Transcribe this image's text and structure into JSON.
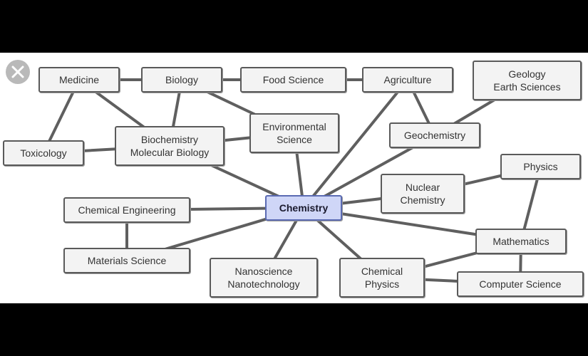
{
  "diagram": {
    "center": {
      "id": "chemistry",
      "label": "Chemistry"
    },
    "nodes": [
      {
        "id": "medicine",
        "label": "Medicine"
      },
      {
        "id": "biology",
        "label": "Biology"
      },
      {
        "id": "food-science",
        "label": "Food Science"
      },
      {
        "id": "agriculture",
        "label": "Agriculture"
      },
      {
        "id": "geology",
        "label": "Geology\nEarth Sciences"
      },
      {
        "id": "toxicology",
        "label": "Toxicology"
      },
      {
        "id": "biochemistry",
        "label": "Biochemistry\nMolecular Biology"
      },
      {
        "id": "environmental-science",
        "label": "Environmental\nScience"
      },
      {
        "id": "geochemistry",
        "label": "Geochemistry"
      },
      {
        "id": "physics",
        "label": "Physics"
      },
      {
        "id": "nuclear-chemistry",
        "label": "Nuclear\nChemistry"
      },
      {
        "id": "chemical-engineering",
        "label": "Chemical Engineering"
      },
      {
        "id": "mathematics",
        "label": "Mathematics"
      },
      {
        "id": "materials-science",
        "label": "Materials Science"
      },
      {
        "id": "nanoscience",
        "label": "Nanoscience\nNanotechnology"
      },
      {
        "id": "chemical-physics",
        "label": "Chemical\nPhysics"
      },
      {
        "id": "computer-science",
        "label": "Computer Science"
      }
    ],
    "edges": [
      [
        "medicine",
        "biology"
      ],
      [
        "biology",
        "food-science"
      ],
      [
        "food-science",
        "agriculture"
      ],
      [
        "medicine",
        "toxicology"
      ],
      [
        "medicine",
        "biochemistry"
      ],
      [
        "biology",
        "biochemistry"
      ],
      [
        "biology",
        "environmental-science"
      ],
      [
        "toxicology",
        "biochemistry"
      ],
      [
        "biochemistry",
        "environmental-science"
      ],
      [
        "agriculture",
        "geochemistry"
      ],
      [
        "geology",
        "geochemistry"
      ],
      [
        "physics",
        "nuclear-chemistry"
      ],
      [
        "physics",
        "mathematics"
      ],
      [
        "chemical-engineering",
        "materials-science"
      ],
      [
        "mathematics",
        "chemical-physics"
      ],
      [
        "mathematics",
        "computer-science"
      ],
      [
        "chemical-physics",
        "computer-science"
      ],
      [
        "chemistry",
        "biochemistry"
      ],
      [
        "chemistry",
        "environmental-science"
      ],
      [
        "chemistry",
        "agriculture"
      ],
      [
        "chemistry",
        "geochemistry"
      ],
      [
        "chemistry",
        "nuclear-chemistry"
      ],
      [
        "chemistry",
        "chemical-engineering"
      ],
      [
        "chemistry",
        "materials-science"
      ],
      [
        "chemistry",
        "nanoscience"
      ],
      [
        "chemistry",
        "chemical-physics"
      ],
      [
        "chemistry",
        "mathematics"
      ]
    ]
  },
  "close_button": {
    "icon": "close-icon"
  }
}
